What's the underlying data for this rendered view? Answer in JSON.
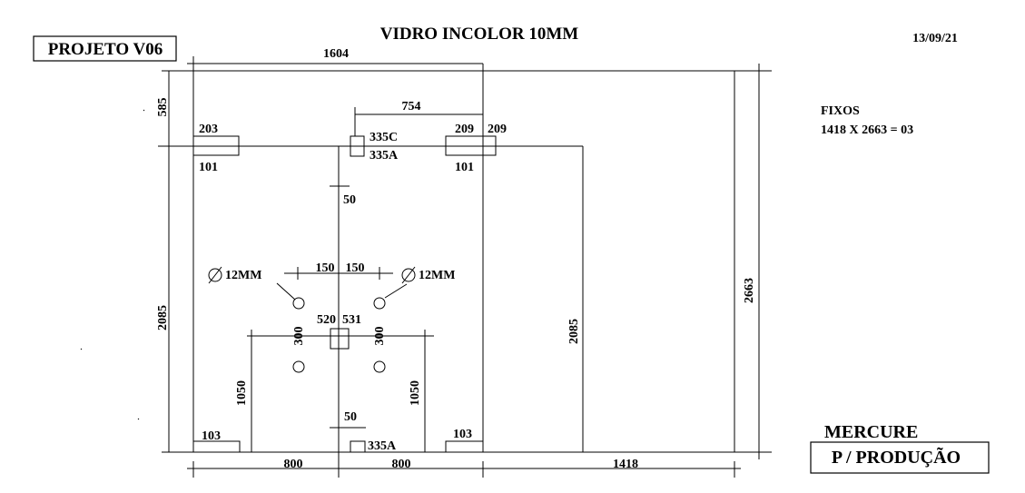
{
  "header": {
    "title": "VIDRO INCOLOR 10MM",
    "date": "13/09/21",
    "project": "PROJETO V06"
  },
  "notes": {
    "fixos_label": "FIXOS",
    "fixos_spec": "1418 X 2663 = 03"
  },
  "footer": {
    "client": "MERCURE",
    "status": "P / PRODUÇÃO"
  },
  "dimensions": {
    "top_width": "1604",
    "upper_left_height": "585",
    "lower_left_height": "2085",
    "total_height": "2663",
    "inner_right_height": "2085",
    "offset_to_center": "754",
    "bottom_left_width": "800",
    "bottom_mid_width": "800",
    "bottom_right_width": "1418",
    "handle_left_height": "1050",
    "handle_right_height": "1050",
    "handle_spacing_left": "300",
    "handle_spacing_right": "300",
    "half_left": "150",
    "half_right": "150",
    "top_gap": "50",
    "bottom_gap": "50"
  },
  "hardware": {
    "top_left_upper": "203",
    "top_left_lower": "101",
    "top_mid_upper": "335C",
    "top_mid_lower": "335A",
    "top_right_inner": "209",
    "top_right_outer": "209",
    "top_right_lower": "101",
    "center_left": "520",
    "center_right": "531",
    "bottom_left": "103",
    "bottom_right": "103",
    "bottom_mid": "335A"
  },
  "holes": {
    "left_label": "12MM",
    "right_label": "12MM"
  }
}
